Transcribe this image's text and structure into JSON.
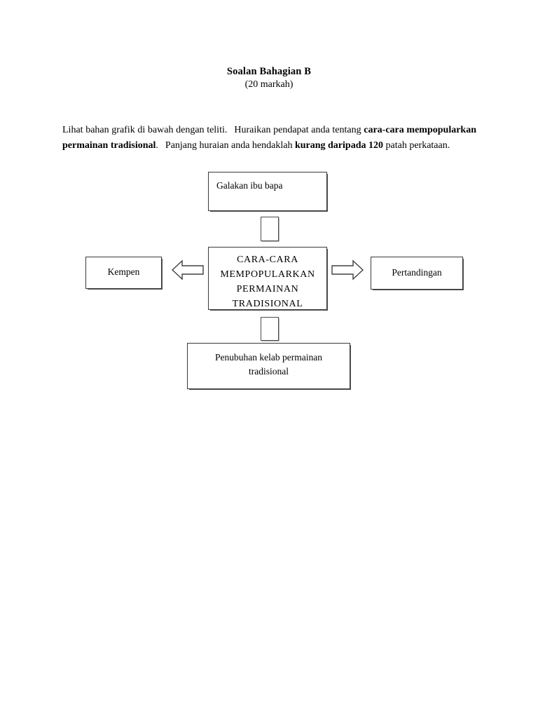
{
  "document": {
    "title": "Soalan Bahagian B",
    "marks": "(20 markah)",
    "instruction": {
      "part1": "Lihat bahan grafik di bawah dengan teliti.",
      "part2": "Huraikan pendapat anda tentang ",
      "bold1": "cara-cara mempopularkan permainan tradisional",
      "part3": ".",
      "part4": "Panjang huraian anda hendaklah ",
      "bold2": "kurang daripada 120",
      "part5": " patah perkataan."
    }
  },
  "diagram": {
    "type": "radial-flowchart",
    "center": {
      "line1": "CARA-CARA",
      "line2": "MEMPOPULARKAN",
      "line3": "PERMAINAN",
      "line4": "TRADISIONAL"
    },
    "nodes": {
      "top": "Galakan ibu bapa",
      "left": "Kempen",
      "right": "Pertandingan",
      "bottom_line1": "Penubuhan kelab permainan",
      "bottom_line2": "tradisional"
    },
    "connectors": {
      "top": "vertical-connector-rectangle",
      "bottom": "vertical-connector-rectangle",
      "left": "left-block-arrow",
      "right": "right-block-arrow"
    }
  },
  "colors": {
    "page_background": "#ffffff",
    "text": "#000000",
    "box_border": "#3a3a3a",
    "box_shadow": "#555555"
  }
}
